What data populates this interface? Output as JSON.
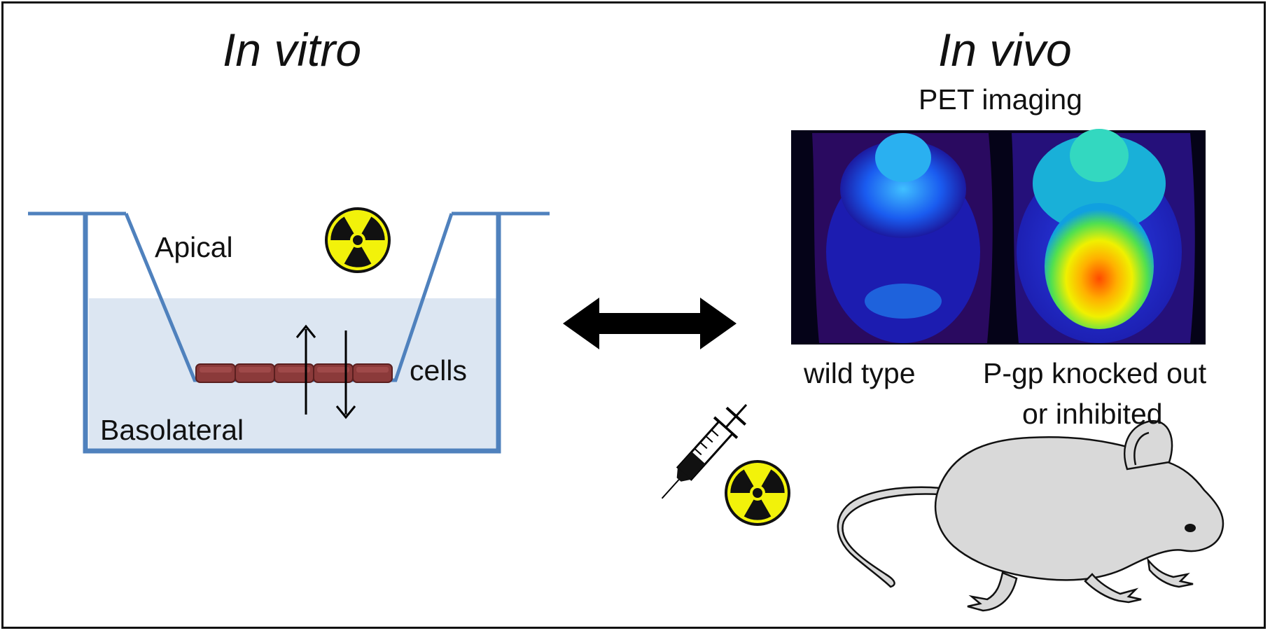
{
  "in_vitro": {
    "title": "In vitro",
    "apical_label": "Apical",
    "cells_label": "cells",
    "basolateral_label": "Basolateral"
  },
  "in_vivo": {
    "title": "In vivo",
    "pet_label": "PET imaging",
    "wild_type_label": "wild type",
    "knockout_label_line1": "P-gp knocked out",
    "knockout_label_line2": "or inhibited"
  },
  "colors": {
    "transwell_line": "#4f81bd",
    "medium_fill": "#dce6f2",
    "cell_fill": "#8b3a3a",
    "radiation_yellow": "#f2f20a",
    "arrow": "#000000",
    "mouse_body": "#d9d9d9"
  },
  "icons": [
    "radiation-icon",
    "syringe-icon",
    "mouse-icon",
    "double-arrow-icon"
  ]
}
